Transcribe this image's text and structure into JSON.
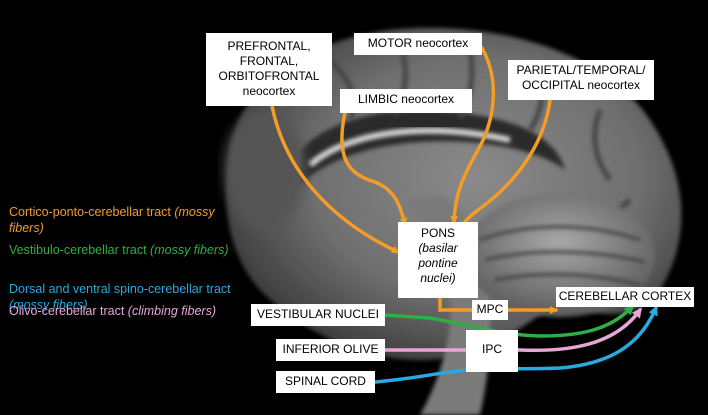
{
  "boxes": {
    "prefrontal": "PREFRONTAL,\nFRONTAL,\nORBITOFRONTAL\nneocortex",
    "motor": "MOTOR neocortex",
    "limbic": "LIMBIC neocortex",
    "parietal": "PARIETAL/TEMPORAL/\nOCCIPITAL neocortex",
    "pons_title": "PONS",
    "pons_sub": "(basilar\npontine\nnuclei)",
    "mpc": "MPC",
    "ipc": "IPC",
    "cerebellar_cortex": "CEREBELLAR CORTEX",
    "vestibular_nuclei": "VESTIBULAR NUCLEI",
    "inferior_olive": "INFERIOR OLIVE",
    "spinal_cord": "SPINAL CORD"
  },
  "legend": [
    {
      "text": "Cortico-ponto-cerebellar tract ",
      "italic": "(mossy\nfibers)",
      "color": "#f39c26"
    },
    {
      "text": "Vestibulo-cerebellar tract ",
      "italic": "(mossy fibers)",
      "color": "#2fae45"
    },
    {
      "text": "Dorsal and ventral spino-cerebellar tract\n",
      "italic": "(mossy fibers)",
      "color": "#2aa8e0"
    },
    {
      "text": "Olivo-cerebellar tract ",
      "italic": "(climbing fibers)",
      "color": "#e7a6d6"
    }
  ],
  "colors": {
    "orange": "#f39c26",
    "green": "#2fae45",
    "blue": "#2aa8e0",
    "pink": "#e7a6d6"
  }
}
